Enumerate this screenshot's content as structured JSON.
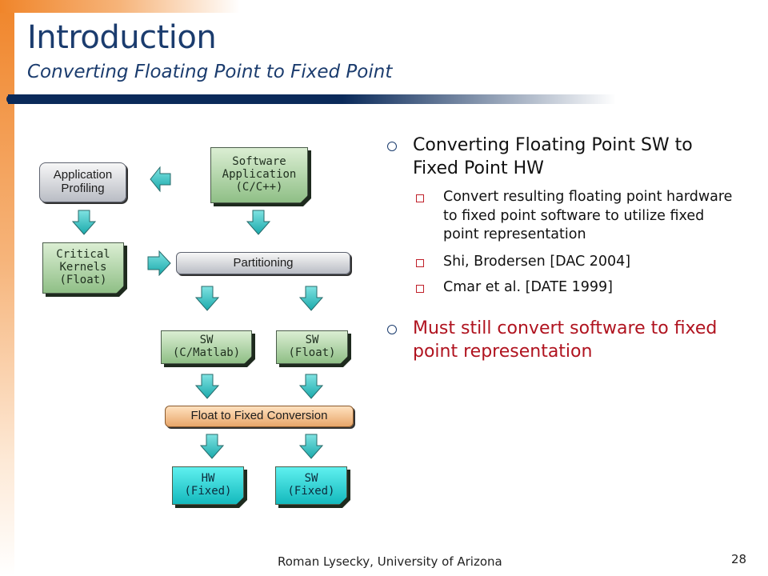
{
  "slide": {
    "title": "Introduction",
    "subtitle": "Converting Floating Point to Fixed Point",
    "footer": "Roman Lysecky, University of Arizona",
    "page_number": "28"
  },
  "diagram": {
    "software_application": [
      "Software",
      "Application",
      "(C/C++)"
    ],
    "application_profiling": [
      "Application",
      "Profiling"
    ],
    "critical_kernels": [
      "Critical",
      "Kernels",
      "(Float)"
    ],
    "partitioning": "Partitioning",
    "sw_c_matlab": [
      "SW",
      "(C/Matlab)"
    ],
    "sw_float": [
      "SW",
      "(Float)"
    ],
    "float_to_fixed": "Float to Fixed Conversion",
    "hw_fixed": [
      "HW",
      "(Fixed)"
    ],
    "sw_fixed": [
      "SW",
      "(Fixed)"
    ]
  },
  "bullets": {
    "item1": "Converting Floating Point SW to Fixed Point HW",
    "sub1": "Convert resulting floating point hardware to fixed point software to utilize fixed point representation",
    "sub2": "Shi, Brodersen [DAC 2004]",
    "sub3": "Cmar et al. [DATE 1999]",
    "item2": "Must still convert software to fixed point representation"
  },
  "colors": {
    "title": "#1b3c6e",
    "accent_red": "#b0131f",
    "arrow": "#2fb7b5"
  }
}
